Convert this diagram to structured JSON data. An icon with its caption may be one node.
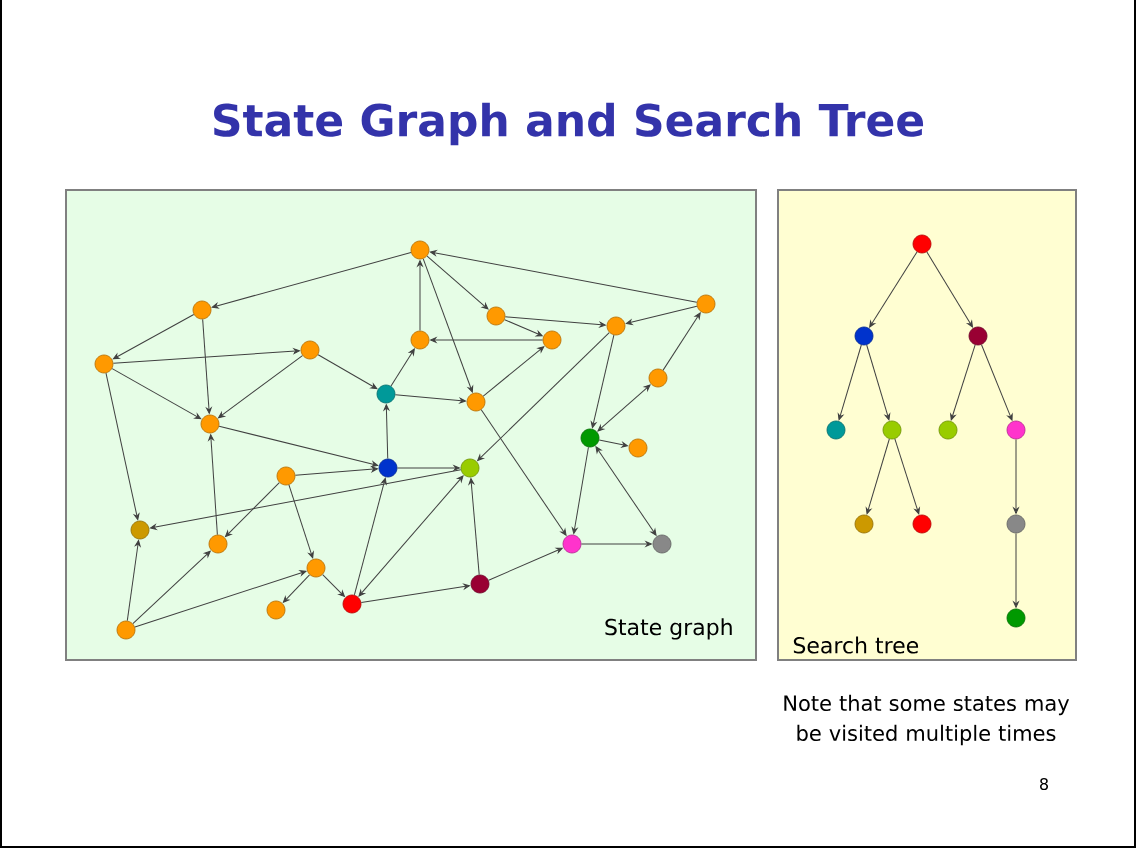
{
  "diagram": {
    "title": "State Graph and Search Tree",
    "nodes": [
      {
        "text": [
          "State graph"
        ]
      },
      {
        "text": [
          "Search tree"
        ]
      },
      {
        "text": [],
        "shape": "circle",
        "in": 0
      },
      {
        "text": [],
        "shape": "circle",
        "in": 0
      },
      {
        "text": [],
        "shape": "circle",
        "in": 0
      },
      {
        "text": [],
        "shape": "circle",
        "in": 0
      },
      {
        "text": [],
        "shape": "circle",
        "in": 0
      },
      {
        "text": [],
        "shape": "circle",
        "in": 0
      },
      {
        "text": [],
        "shape": "circle",
        "in": 0
      },
      {
        "text": [],
        "shape": "circle",
        "in": 0
      },
      {
        "text": [],
        "shape": "circle",
        "in": 0
      },
      {
        "text": [],
        "shape": "circle",
        "in": 0
      },
      {
        "text": [],
        "shape": "circle",
        "in": 0
      },
      {
        "text": [],
        "shape": "circle",
        "in": 0
      },
      {
        "text": [],
        "shape": "circle",
        "in": 0
      },
      {
        "text": [],
        "shape": "circle",
        "in": 0
      },
      {
        "text": [],
        "shape": "circle",
        "in": 0
      },
      {
        "text": [],
        "shape": "circle",
        "in": 0
      },
      {
        "text": [],
        "shape": "circle",
        "in": 0
      },
      {
        "text": [],
        "shape": "circle",
        "in": 0
      },
      {
        "text": [],
        "shape": "circle",
        "in": 0
      },
      {
        "text": [],
        "shape": "circle",
        "in": 0
      },
      {
        "text": [],
        "shape": "circle",
        "in": 0
      },
      {
        "text": [],
        "shape": "circle",
        "in": 0
      },
      {
        "text": [],
        "shape": "circle",
        "in": 0
      },
      {
        "text": [],
        "shape": "circle",
        "in": 0
      },
      {
        "text": [],
        "shape": "circle",
        "in": 0
      },
      {
        "text": [],
        "shape": "circle",
        "in": 0
      },
      {
        "text": [],
        "shape": "circle",
        "in": 0
      },
      {
        "text": [],
        "shape": "circle",
        "in": 1
      },
      {
        "text": [],
        "shape": "circle",
        "in": 1
      },
      {
        "text": [],
        "shape": "circle",
        "in": 1
      },
      {
        "text": [],
        "shape": "circle",
        "in": 1
      },
      {
        "text": [],
        "shape": "circle",
        "in": 1
      },
      {
        "text": [],
        "shape": "circle",
        "in": 1
      },
      {
        "text": [],
        "shape": "circle",
        "in": 1
      },
      {
        "text": [],
        "shape": "circle",
        "in": 1
      },
      {
        "text": [],
        "shape": "circle",
        "in": 1
      },
      {
        "text": [],
        "shape": "circle",
        "in": 1
      },
      {
        "text": [],
        "shape": "circle",
        "in": 1
      }
    ],
    "edges": [
      {
        "from": 6,
        "to": 2,
        "arrow": "to"
      },
      {
        "from": 2,
        "to": 3,
        "arrow": "to"
      },
      {
        "from": 3,
        "to": 7,
        "arrow": "to"
      },
      {
        "from": 3,
        "to": 13,
        "arrow": "to"
      },
      {
        "from": 7,
        "to": 8,
        "arrow": "to"
      },
      {
        "from": 7,
        "to": 13,
        "arrow": "to"
      },
      {
        "from": 8,
        "to": 13,
        "arrow": "to"
      },
      {
        "from": 7,
        "to": 20,
        "arrow": "to"
      },
      {
        "from": 8,
        "to": 11,
        "arrow": "to"
      },
      {
        "from": 11,
        "to": 9,
        "arrow": "to"
      },
      {
        "from": 9,
        "to": 2,
        "arrow": "to"
      },
      {
        "from": 2,
        "to": 4,
        "arrow": "to"
      },
      {
        "from": 2,
        "to": 12,
        "arrow": "to"
      },
      {
        "from": 4,
        "to": 10,
        "arrow": "to"
      },
      {
        "from": 4,
        "to": 5,
        "arrow": "to"
      },
      {
        "from": 10,
        "to": 9,
        "arrow": "to"
      },
      {
        "from": 6,
        "to": 5,
        "arrow": "to"
      },
      {
        "from": 11,
        "to": 12,
        "arrow": "to"
      },
      {
        "from": 12,
        "to": 10,
        "arrow": "to"
      },
      {
        "from": 5,
        "to": 15,
        "arrow": "to"
      },
      {
        "from": 5,
        "to": 19,
        "arrow": "to"
      },
      {
        "from": 14,
        "to": 6,
        "arrow": "to"
      },
      {
        "from": 15,
        "to": 14,
        "arrow": "both"
      },
      {
        "from": 15,
        "to": 16,
        "arrow": "to"
      },
      {
        "from": 15,
        "to": 24,
        "arrow": "both"
      },
      {
        "from": 15,
        "to": 23,
        "arrow": "to"
      },
      {
        "from": 23,
        "to": 24,
        "arrow": "to"
      },
      {
        "from": 25,
        "to": 23,
        "arrow": "to"
      },
      {
        "from": 25,
        "to": 19,
        "arrow": "to"
      },
      {
        "from": 12,
        "to": 23,
        "arrow": "to"
      },
      {
        "from": 17,
        "to": 18,
        "arrow": "to"
      },
      {
        "from": 13,
        "to": 18,
        "arrow": "to"
      },
      {
        "from": 18,
        "to": 11,
        "arrow": "to"
      },
      {
        "from": 18,
        "to": 19,
        "arrow": "to"
      },
      {
        "from": 19,
        "to": 20,
        "arrow": "to"
      },
      {
        "from": 19,
        "to": 26,
        "arrow": "both"
      },
      {
        "from": 26,
        "to": 18,
        "arrow": "to"
      },
      {
        "from": 26,
        "to": 25,
        "arrow": "to"
      },
      {
        "from": 17,
        "to": 21,
        "arrow": "to"
      },
      {
        "from": 17,
        "to": 22,
        "arrow": "to"
      },
      {
        "from": 21,
        "to": 13,
        "arrow": "to"
      },
      {
        "from": 22,
        "to": 26,
        "arrow": "to"
      },
      {
        "from": 22,
        "to": 27,
        "arrow": "to"
      },
      {
        "from": 28,
        "to": 20,
        "arrow": "to"
      },
      {
        "from": 28,
        "to": 21,
        "arrow": "to"
      },
      {
        "from": 28,
        "to": 22,
        "arrow": "to"
      },
      {
        "from": 29,
        "to": 30,
        "arrow": "to"
      },
      {
        "from": 29,
        "to": 31,
        "arrow": "to"
      },
      {
        "from": 30,
        "to": 32,
        "arrow": "to"
      },
      {
        "from": 30,
        "to": 33,
        "arrow": "to"
      },
      {
        "from": 31,
        "to": 34,
        "arrow": "to"
      },
      {
        "from": 31,
        "to": 35,
        "arrow": "to"
      },
      {
        "from": 33,
        "to": 36,
        "arrow": "to"
      },
      {
        "from": 33,
        "to": 37,
        "arrow": "to"
      },
      {
        "from": 35,
        "to": 38,
        "arrow": "to"
      },
      {
        "from": 38,
        "to": 39,
        "arrow": "to"
      }
    ],
    "labels": [
      "Note that some states may be visited multiple times",
      "8"
    ]
  }
}
